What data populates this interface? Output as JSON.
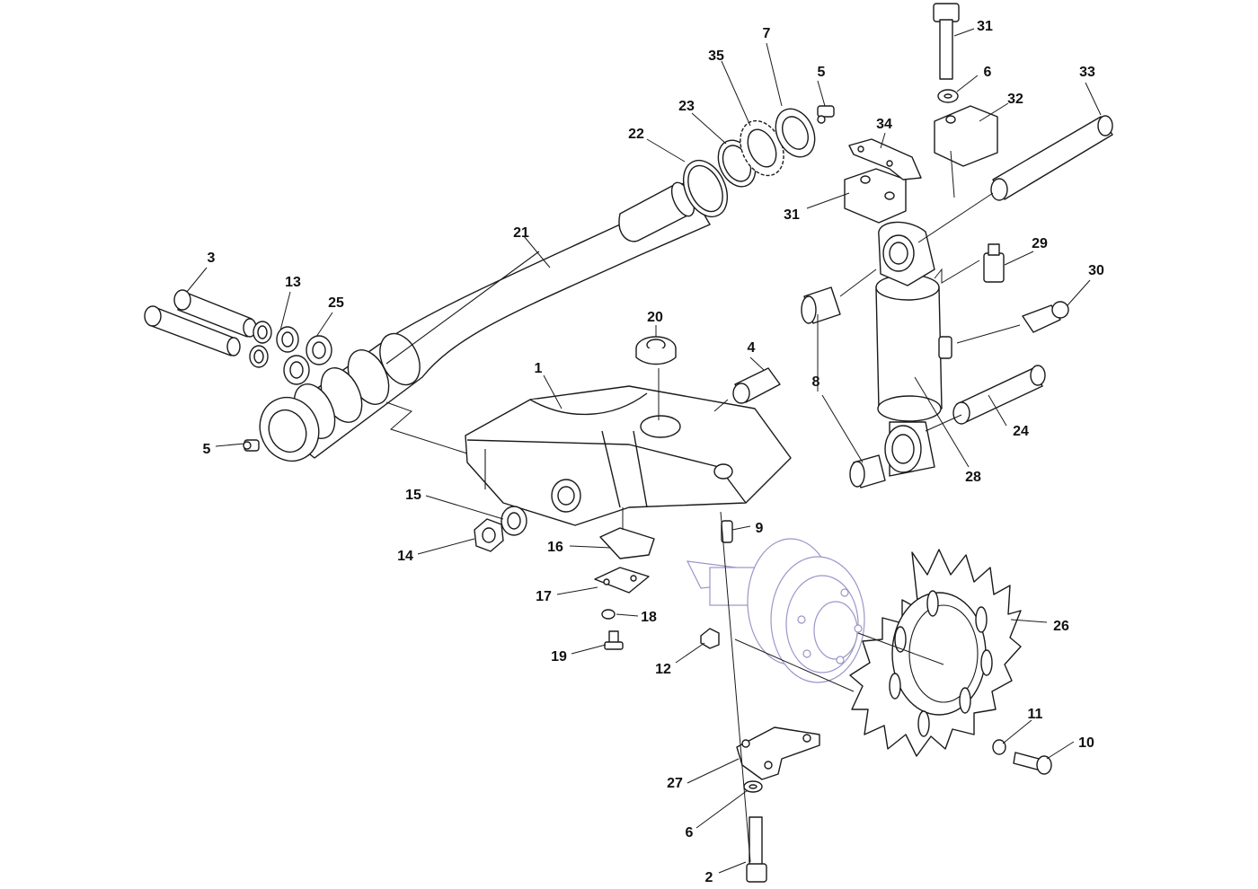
{
  "colors": {
    "line": "#1a1a1a",
    "ghost_component": "#9a96c8",
    "background": "#ffffff"
  },
  "callouts": [
    {
      "id": "c1",
      "label": "1"
    },
    {
      "id": "c2",
      "label": "2"
    },
    {
      "id": "c3",
      "label": "3"
    },
    {
      "id": "c4",
      "label": "4"
    },
    {
      "id": "c5a",
      "label": "5"
    },
    {
      "id": "c5b",
      "label": "5"
    },
    {
      "id": "c6a",
      "label": "6"
    },
    {
      "id": "c6b",
      "label": "6"
    },
    {
      "id": "c7",
      "label": "7"
    },
    {
      "id": "c8",
      "label": "8"
    },
    {
      "id": "c9",
      "label": "9"
    },
    {
      "id": "c10",
      "label": "10"
    },
    {
      "id": "c11",
      "label": "11"
    },
    {
      "id": "c12",
      "label": "12"
    },
    {
      "id": "c13",
      "label": "13"
    },
    {
      "id": "c14",
      "label": "14"
    },
    {
      "id": "c15",
      "label": "15"
    },
    {
      "id": "c16",
      "label": "16"
    },
    {
      "id": "c17",
      "label": "17"
    },
    {
      "id": "c18",
      "label": "18"
    },
    {
      "id": "c19",
      "label": "19"
    },
    {
      "id": "c20",
      "label": "20"
    },
    {
      "id": "c21",
      "label": "21"
    },
    {
      "id": "c22",
      "label": "22"
    },
    {
      "id": "c23",
      "label": "23"
    },
    {
      "id": "c24",
      "label": "24"
    },
    {
      "id": "c25",
      "label": "25"
    },
    {
      "id": "c26",
      "label": "26"
    },
    {
      "id": "c27",
      "label": "27"
    },
    {
      "id": "c28",
      "label": "28"
    },
    {
      "id": "c29",
      "label": "29"
    },
    {
      "id": "c30",
      "label": "30"
    },
    {
      "id": "c31a",
      "label": "31"
    },
    {
      "id": "c31b",
      "label": "31"
    },
    {
      "id": "c32",
      "label": "32"
    },
    {
      "id": "c33",
      "label": "33"
    },
    {
      "id": "c34",
      "label": "34"
    },
    {
      "id": "c35",
      "label": "35"
    }
  ]
}
